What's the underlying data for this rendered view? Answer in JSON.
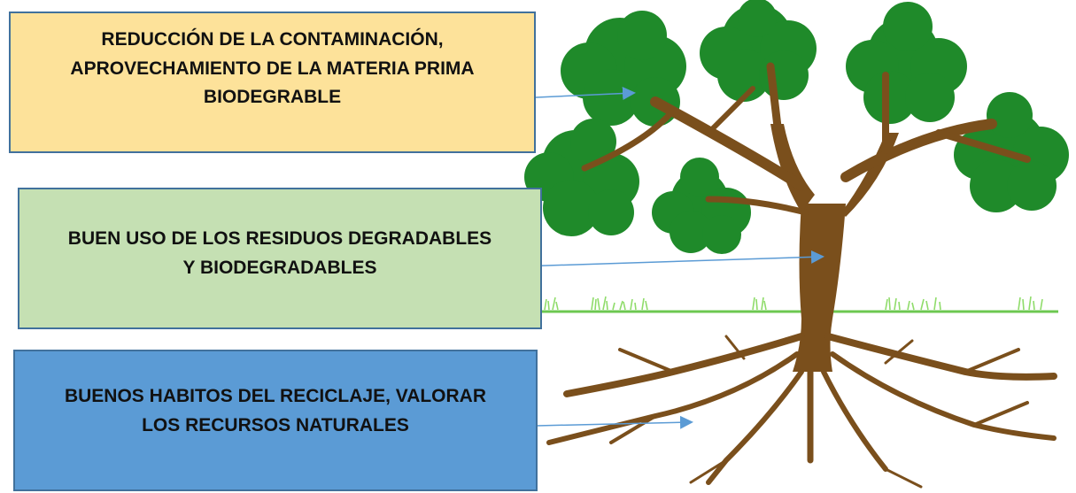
{
  "colors": {
    "box1_fill": "#fde29a",
    "box2_fill": "#c5e0b3",
    "box3_fill": "#5b9bd5",
    "trunk": "#7a4f1c",
    "foliage": "#1f8a2a",
    "grass": "#7ed957",
    "arrow": "#5b9bd5"
  },
  "boxes": {
    "top": {
      "line1": "REDUCCIÓN DE LA CONTAMINACIÓN,",
      "line2": "APROVECHAMIENTO DE LA MATERIA PRIMA",
      "line3": "BIODEGRABLE"
    },
    "middle": {
      "line1": "BUEN USO DE LOS RESIDUOS DEGRADABLES",
      "line2": "Y BIODEGRADABLES"
    },
    "bottom": {
      "line1": "BUENOS HABITOS DEL RECICLAJE, VALORAR",
      "line2": "LOS RECURSOS NATURALES"
    }
  },
  "icons": {
    "tree": "tree-icon",
    "grass": "grass-icon"
  }
}
